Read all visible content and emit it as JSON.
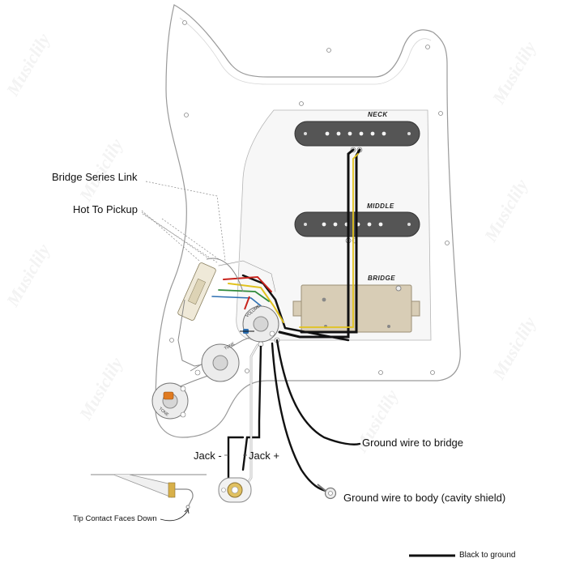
{
  "pickups": {
    "neck": "NECK",
    "middle": "MIDDLE",
    "bridge": "BRIDGE"
  },
  "labels": {
    "bridge_series_link": "Bridge Series Link",
    "hot_to_pickup": "Hot To Pickup",
    "jack_minus": "Jack -",
    "jack_plus": "Jack +",
    "ground_to_bridge": "Ground wire to bridge",
    "ground_to_body": "Ground wire to body (cavity shield)",
    "tip_contact": "Tip Contact Faces Down"
  },
  "pot_labels": {
    "volume": "VOLUME",
    "tone_neck": "TONE",
    "tone_bridge": "TONE"
  },
  "legend": {
    "black": "Black to ground"
  },
  "watermark": "Musiclily",
  "colors": {
    "pickguard": "#ffffff",
    "pickguard_outline": "#9a9a9a",
    "single_coil": "#555555",
    "humbucker": "#d8cdb6",
    "wire_black": "#111111",
    "wire_yellow": "#e1c21d",
    "wire_red": "#c8231c",
    "wire_green": "#2f8a3a",
    "wire_blue": "#2d6fb2",
    "wire_white": "#f4f4f4",
    "capacitor": "#e07a1f"
  }
}
